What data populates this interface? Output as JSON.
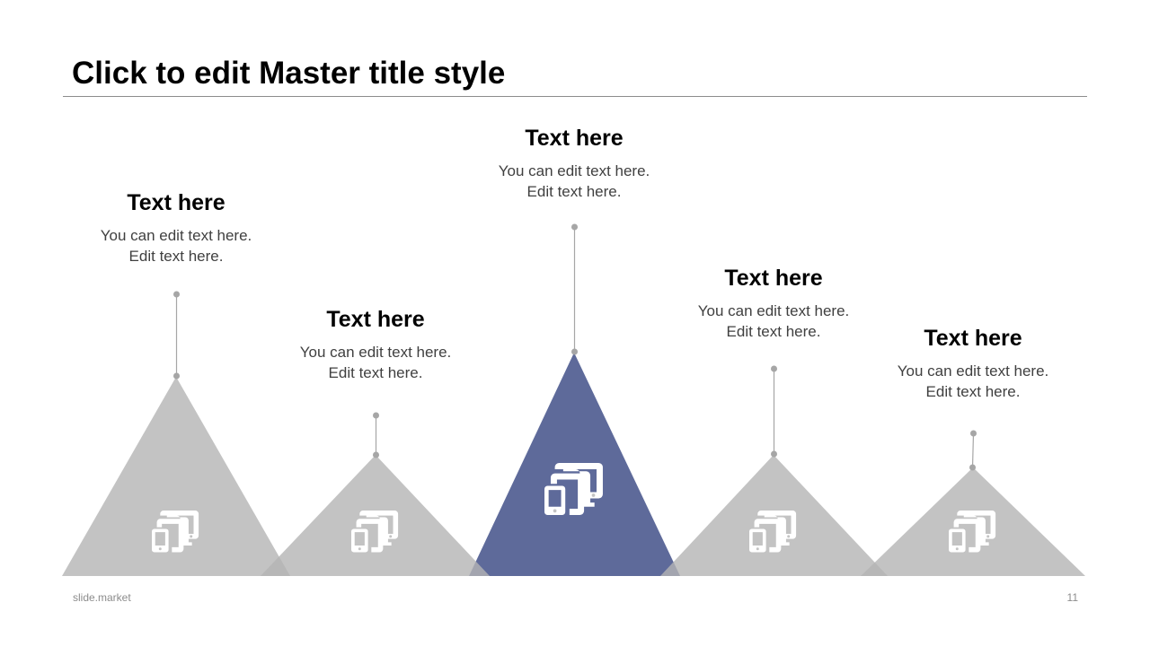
{
  "slide": {
    "title": "Click to edit Master title style",
    "footer": {
      "brand": "slide.market",
      "page_number": "11"
    },
    "colors": {
      "accent": "#5e6a9a",
      "neutral_triangle": "#c3c3c3",
      "connector": "#a6a6a6",
      "heading_text": "#000000",
      "body_text": "#404040"
    },
    "items": [
      {
        "heading": "Text here",
        "body_line1": "You can edit text here.",
        "body_line2": "Edit text here.",
        "icon": "devices-icon",
        "highlighted": false
      },
      {
        "heading": "Text here",
        "body_line1": "You can edit text here.",
        "body_line2": "Edit text here.",
        "icon": "devices-icon",
        "highlighted": false
      },
      {
        "heading": "Text here",
        "body_line1": "You can edit text here.",
        "body_line2": "Edit text here.",
        "icon": "devices-icon",
        "highlighted": true
      },
      {
        "heading": "Text here",
        "body_line1": "You can edit text here.",
        "body_line2": "Edit text here.",
        "icon": "devices-icon",
        "highlighted": false
      },
      {
        "heading": "Text here",
        "body_line1": "You can edit text here.",
        "body_line2": "Edit text here.",
        "icon": "devices-icon",
        "highlighted": false
      }
    ]
  }
}
